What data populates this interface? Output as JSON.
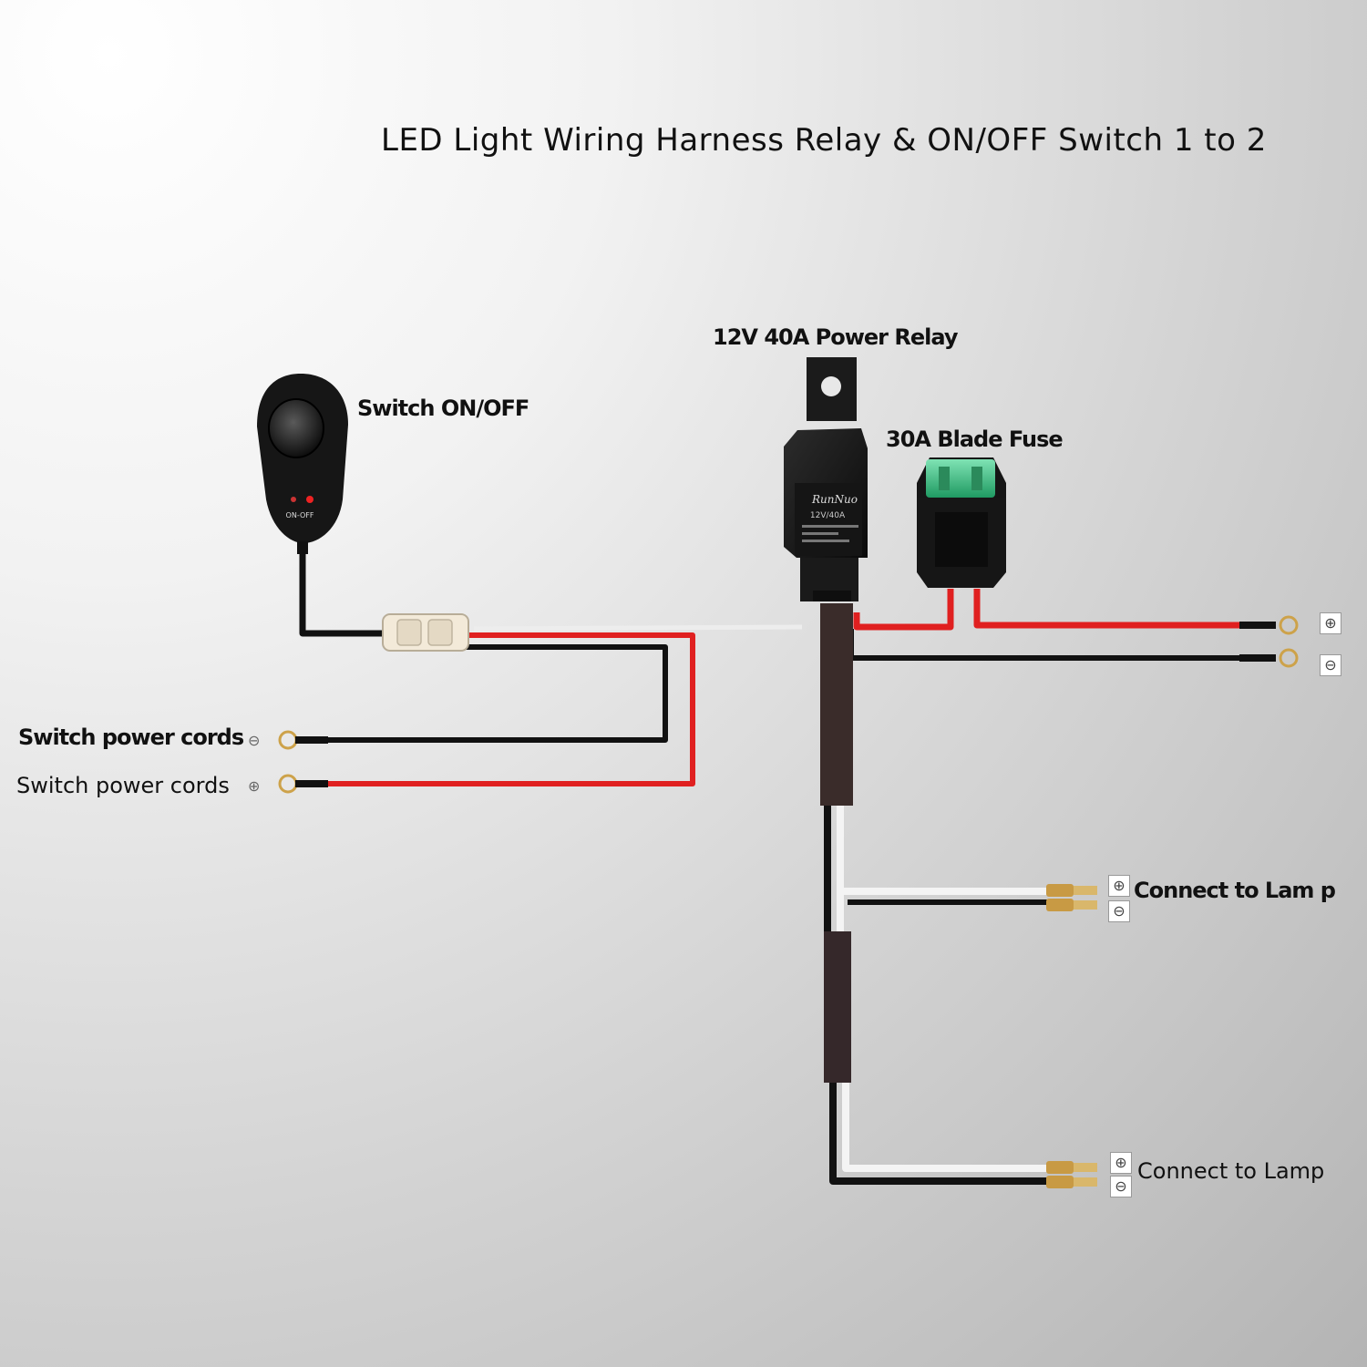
{
  "title": "LED Light Wiring Harness Relay & ON/OFF Switch 1 to 2",
  "labels": {
    "relay": "12V 40A Power Relay",
    "switch": "Switch ON/OFF",
    "fuse": "30A Blade Fuse",
    "switch_power_neg": "Switch power cords",
    "switch_power_pos": "Switch power cords",
    "lamp_1": "Connect to Lam p",
    "lamp_2": "Connect to Lamp"
  },
  "relay_text": {
    "brand": "RunNuo",
    "rating": "12V/40A"
  },
  "switch_text": "ON-OFF",
  "symbols": {
    "plus": "⊕",
    "minus": "⊖"
  },
  "colors": {
    "red_wire": "#e02020",
    "black_wire": "#111111",
    "white_wire": "#f4f4f4",
    "fuse_green": "#3fc487",
    "component_black": "#1a1a1a"
  }
}
